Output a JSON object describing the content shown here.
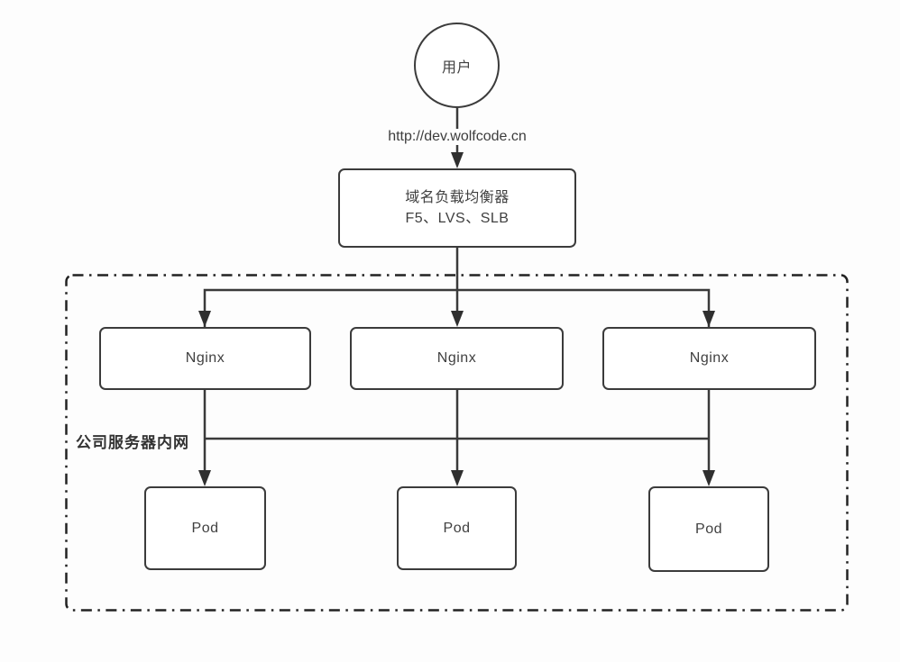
{
  "page": {
    "background": "#fdfdfd"
  },
  "diagram": {
    "user": {
      "label": "用户"
    },
    "request_url": {
      "label": "http://dev.wolfcode.cn"
    },
    "load_balancer": {
      "title": "域名负载均衡器",
      "subtitle": "F5、LVS、SLB"
    },
    "intranet": {
      "label": "公司服务器内网"
    },
    "nginx_nodes": [
      {
        "label": "Nginx"
      },
      {
        "label": "Nginx"
      },
      {
        "label": "Nginx"
      }
    ],
    "pod_nodes": [
      {
        "label": "Pod"
      },
      {
        "label": "Pod"
      },
      {
        "label": "Pod"
      }
    ],
    "colors": {
      "line": "#3a3a3a",
      "node_border": "#3b3b3b",
      "node_fill": "#ffffff",
      "text": "#404040",
      "boundary": "#222222"
    }
  }
}
